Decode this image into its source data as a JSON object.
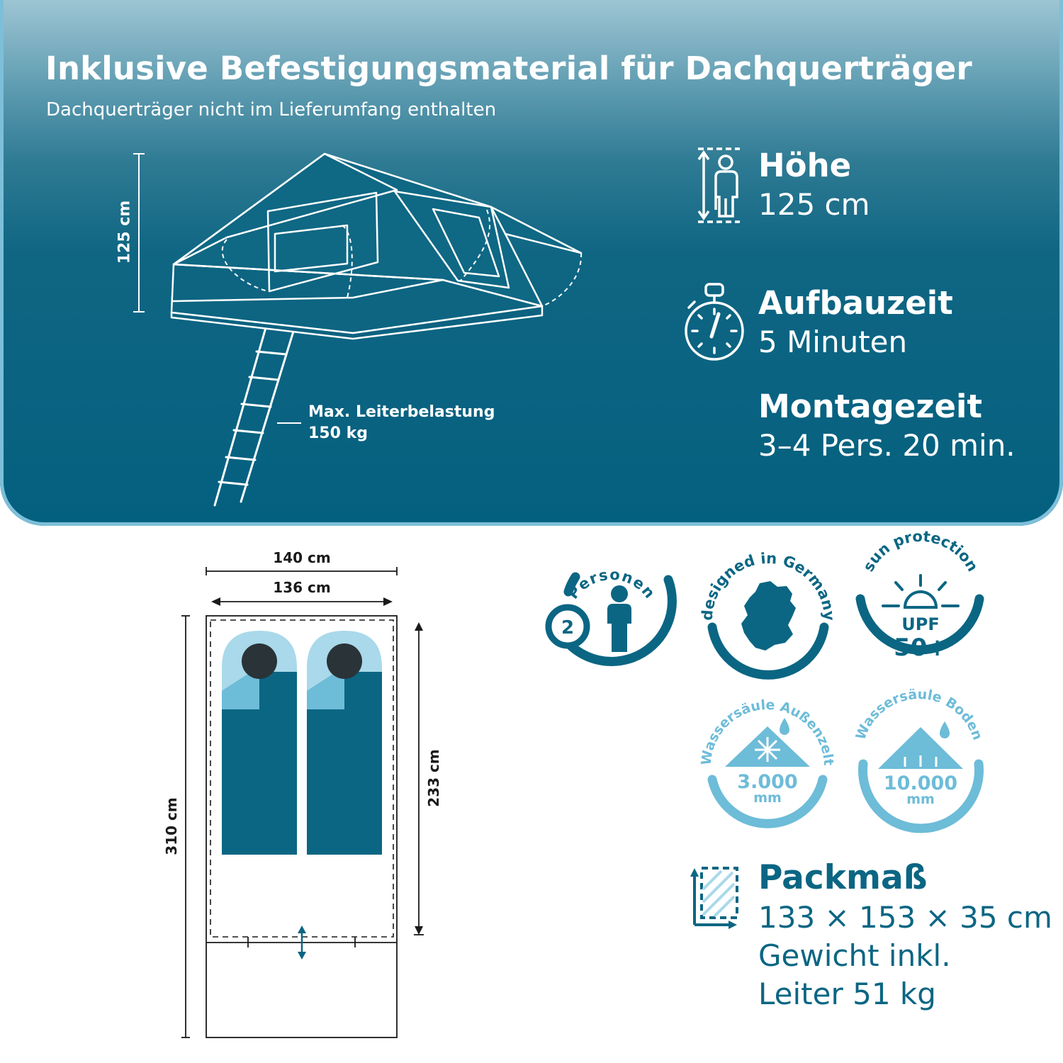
{
  "header": {
    "title": "Inklusive Befestigungsmaterial für Dachquerträger",
    "subtitle": "Dachquerträger nicht im Lieferumfang enthalten"
  },
  "tent_side": {
    "height_label": "125 cm",
    "ladder_label_line1": "Max. Leiterbelastung",
    "ladder_label_line2": "150 kg"
  },
  "specs": [
    {
      "key": "Höhe",
      "value": "125 cm",
      "icon": "height-person-icon"
    },
    {
      "key": "Aufbauzeit",
      "value": "5 Minuten",
      "icon": "stopwatch-icon"
    },
    {
      "key": "Montagezeit",
      "value": "3–4 Pers. 20 min."
    }
  ],
  "floorplan": {
    "outer_width": "140 cm",
    "inner_width": "136 cm",
    "total_length": "310 cm",
    "inner_length": "233 cm"
  },
  "badges": {
    "persons": {
      "arc": "Personen",
      "count": "2"
    },
    "germany": {
      "arc": "designed in Germany"
    },
    "sun": {
      "arc": "sun protection",
      "line1": "UPF",
      "line2": "50+"
    },
    "water_outer": {
      "arc": "Wassersäule Außenzelt",
      "value": "3.000",
      "unit": "mm"
    },
    "water_floor": {
      "arc": "Wassersäule Boden",
      "value": "10.000",
      "unit": "mm"
    }
  },
  "pack": {
    "title": "Packmaß",
    "dims": "133 × 153 × 35 cm",
    "weight_line1": "Gewicht inkl.",
    "weight_line2": "Leiter 51 kg"
  },
  "colors": {
    "brand_dark": "#0b6683",
    "brand_light": "#6dbcd8",
    "pale": "#a9d9ea"
  }
}
